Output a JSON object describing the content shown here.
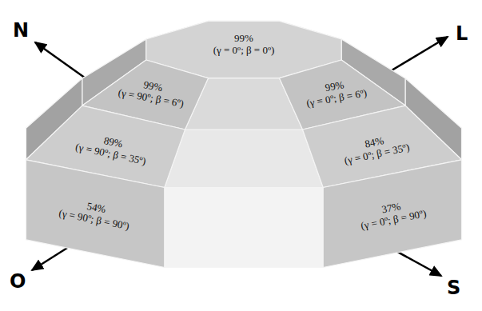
{
  "diagram": {
    "nodes": [
      {
        "text": [
          "99%",
          "(γ = 0º; β = 0º)"
        ]
      },
      {
        "text": [
          "99%",
          "(γ = 90º; β = 6º)"
        ]
      },
      {
        "text": [
          "99%",
          "(γ = 0º; β = 6º)"
        ]
      },
      {
        "text": [
          "89%",
          "(γ = 90º; β = 35º)"
        ]
      },
      {
        "text": [
          "84%",
          "(γ = 0º; β = 35º)"
        ]
      },
      {
        "text": [
          "54%",
          "(γ = 90º; β = 90º)"
        ]
      },
      {
        "text": [
          "37%",
          "(γ = 0º; β = 90º)"
        ]
      }
    ],
    "labels": [
      "N",
      "L",
      "O",
      "S"
    ]
  }
}
